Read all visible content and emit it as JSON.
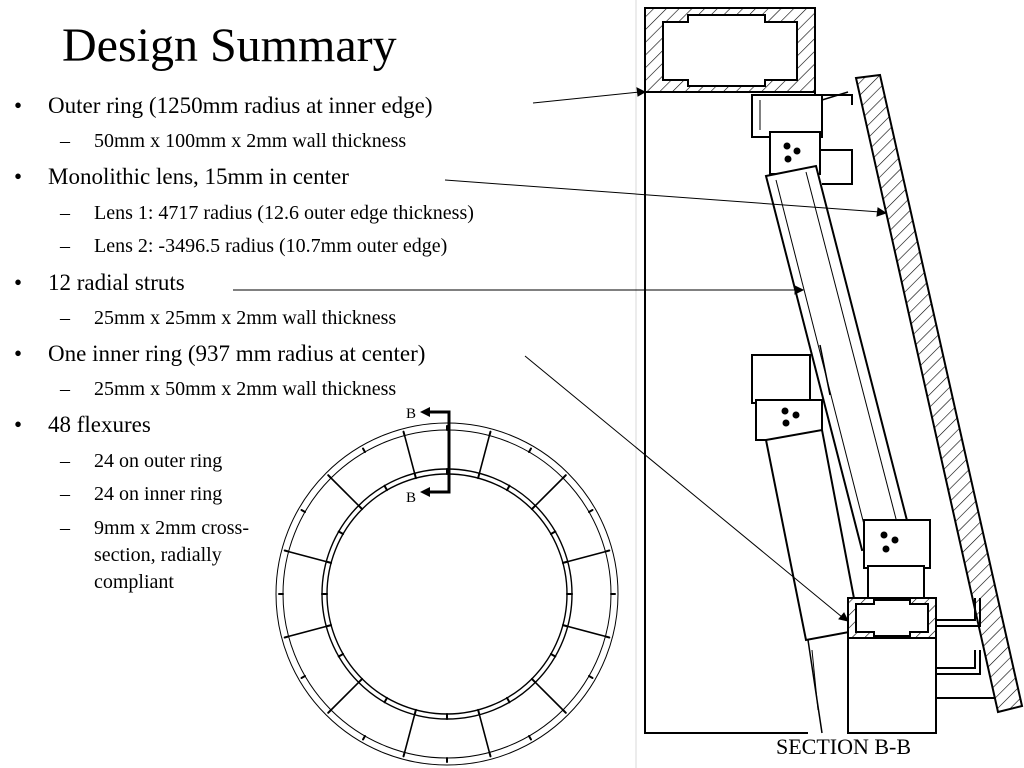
{
  "slide": {
    "title": "Design Summary",
    "bullets": [
      {
        "text": "Outer ring (1250mm radius at inner edge)",
        "sub": [
          "50mm x 100mm x 2mm wall thickness"
        ]
      },
      {
        "text": "Monolithic lens, 15mm in center",
        "sub": [
          "Lens 1: 4717 radius (12.6 outer edge thickness)",
          "Lens 2: -3496.5 radius (10.7mm outer edge)"
        ]
      },
      {
        "text": "12 radial struts",
        "sub": [
          "25mm x 25mm x 2mm wall thickness"
        ]
      },
      {
        "text": "One inner ring (937 mm radius at center)",
        "sub": [
          "25mm x 50mm x 2mm wall thickness"
        ]
      },
      {
        "text": "48 flexures",
        "sub": [
          "24 on outer ring",
          "24 on inner ring",
          "9mm x 2mm cross-section, radially compliant"
        ]
      }
    ]
  },
  "ring_diagram": {
    "section_marker_top": "B",
    "section_marker_bottom": "B"
  },
  "section_view": {
    "caption": "SECTION B-B"
  }
}
